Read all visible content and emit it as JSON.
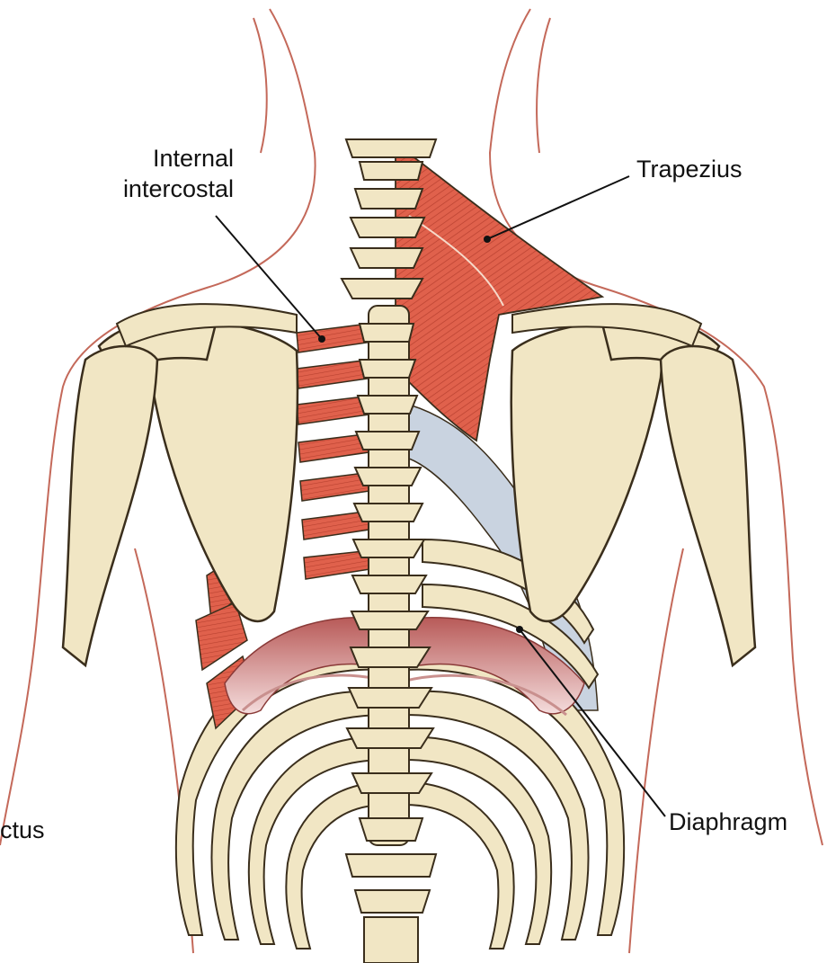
{
  "labels": {
    "internal_intercostal_line1": "Internal",
    "internal_intercostal_line2": "intercostal",
    "trapezius": "Trapezius",
    "diaphragm": "Diaphragm",
    "cut_label": "ctus"
  },
  "colors": {
    "bone": "#f1e6c4",
    "bone_outline": "#3a2e1c",
    "muscle": "#e0614c",
    "muscle_stripe": "#b8402f",
    "diaphragm": "#c97f7b",
    "intercostal_deep": "#c9d3e0",
    "skin_outline": "#c4695a",
    "leader": "#111111"
  },
  "icons": [
    "spine-illustration",
    "rib-cage-illustration",
    "scapula-illustration",
    "trapezius-muscle-illustration"
  ]
}
